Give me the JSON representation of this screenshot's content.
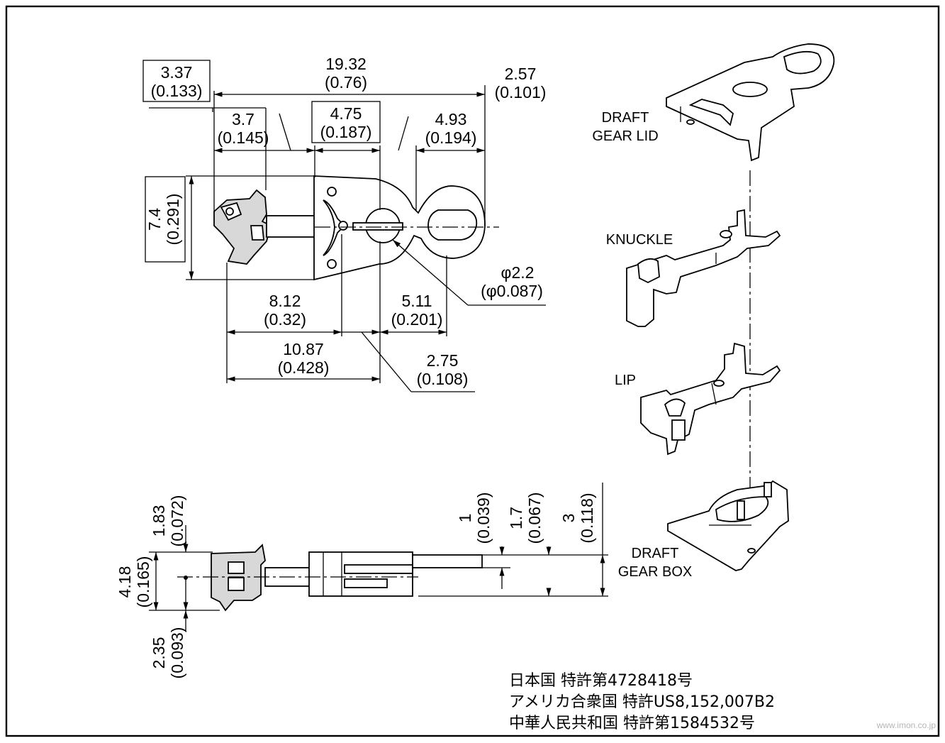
{
  "dimensions": {
    "d_3_37": {
      "mm": "3.37",
      "in": "(0.133)"
    },
    "d_19_32": {
      "mm": "19.32",
      "in": "(0.76)"
    },
    "d_2_57": {
      "mm": "2.57",
      "in": "(0.101)"
    },
    "d_3_7": {
      "mm": "3.7",
      "in": "(0.145)"
    },
    "d_4_75": {
      "mm": "4.75",
      "in": "(0.187)"
    },
    "d_4_93": {
      "mm": "4.93",
      "in": "(0.194)"
    },
    "d_7_4": {
      "mm": "7.4",
      "in": "(0.291)"
    },
    "d_dia": {
      "mm": "φ2.2",
      "in": "(φ0.087)"
    },
    "d_8_12": {
      "mm": "8.12",
      "in": "(0.32)"
    },
    "d_5_11": {
      "mm": "5.11",
      "in": "(0.201)"
    },
    "d_10_87": {
      "mm": "10.87",
      "in": "(0.428)"
    },
    "d_2_75": {
      "mm": "2.75",
      "in": "(0.108)"
    },
    "d_1_83": {
      "mm": "1.83",
      "in": "(0.072)"
    },
    "d_4_18": {
      "mm": "4.18",
      "in": "(0.165)"
    },
    "d_2_35": {
      "mm": "2.35",
      "in": "(0.093)"
    },
    "d_1": {
      "mm": "1",
      "in": "(0.039)"
    },
    "d_1_7": {
      "mm": "1.7",
      "in": "(0.067)"
    },
    "d_3": {
      "mm": "3",
      "in": "(0.118)"
    }
  },
  "parts": {
    "draft_gear_lid": {
      "line1": "DRAFT",
      "line2": "GEAR LID"
    },
    "knuckle": "KNUCKLE",
    "lip": "LIP",
    "draft_gear_box": {
      "line1": "DRAFT",
      "line2": "GEAR BOX"
    }
  },
  "patents": [
    "日本国 特許第4728418号",
    "アメリカ合衆国 特許US8,152,007B2",
    "中華人民共和国 特許第1584532号"
  ],
  "watermark": "www.imon.co.jp"
}
